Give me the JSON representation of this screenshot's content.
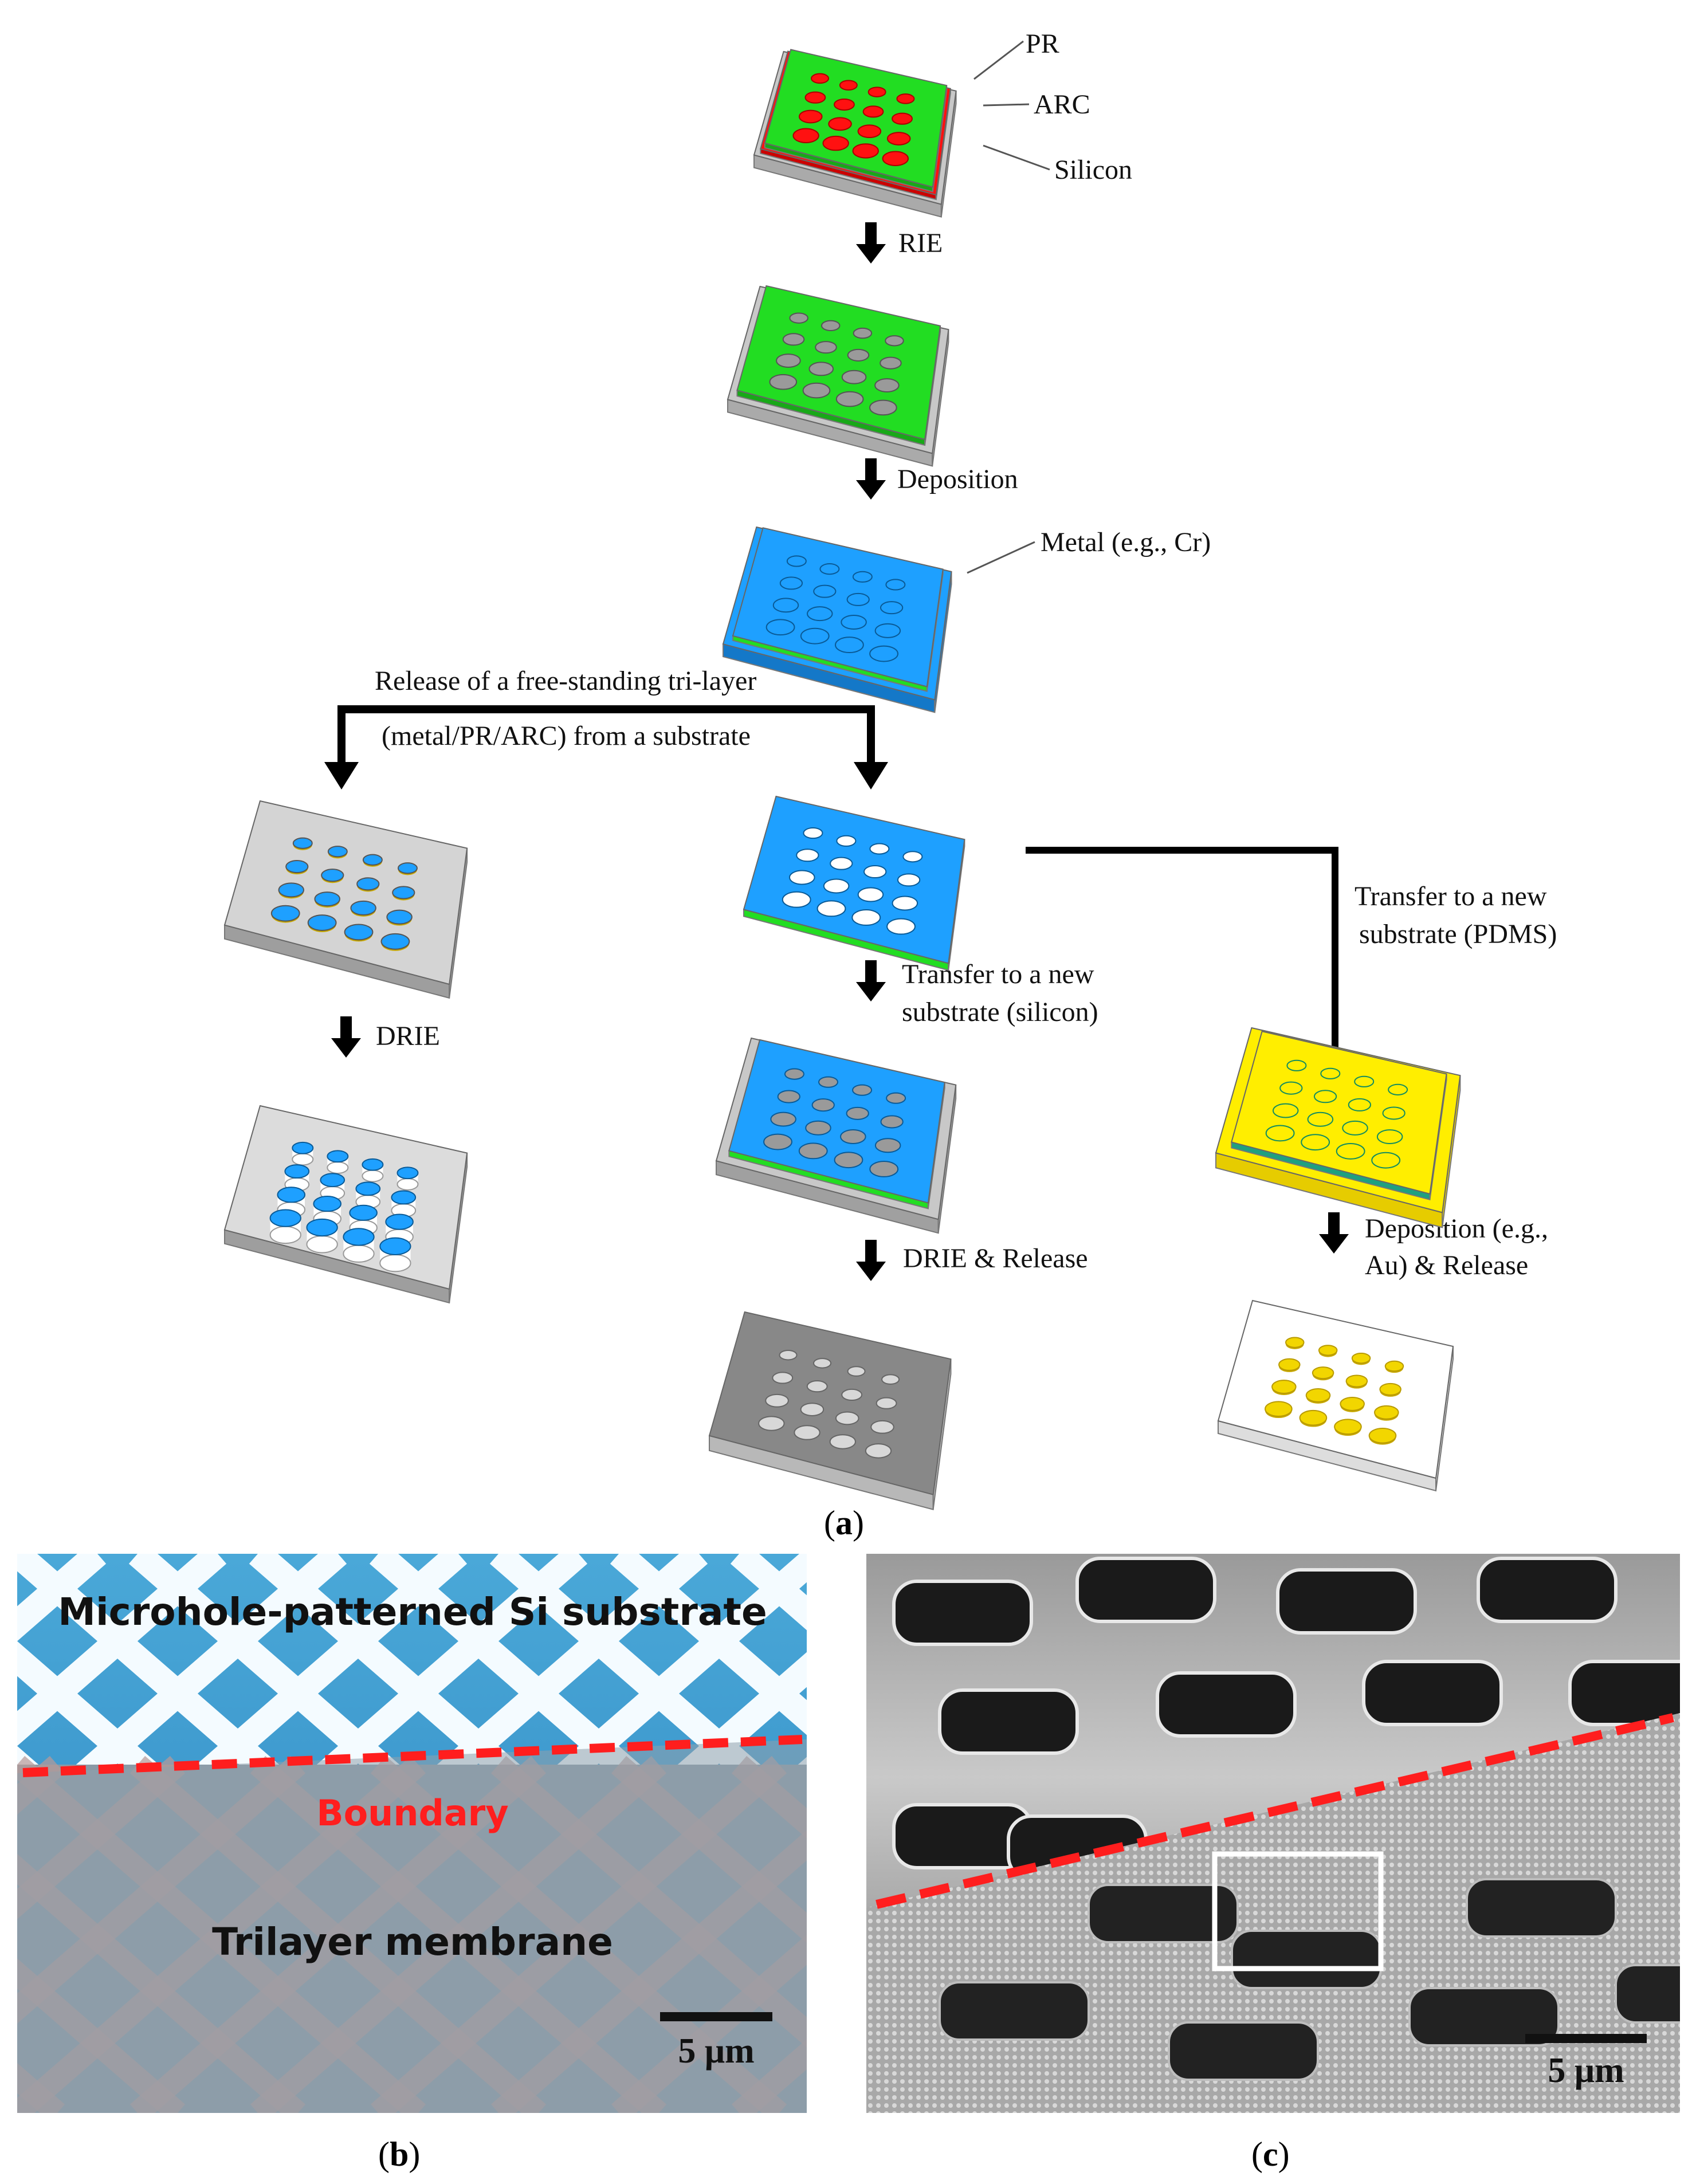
{
  "colors": {
    "pr": "#22dd22",
    "arc": "#ff1111",
    "silicon": "#c8c8c8",
    "metal": "#1ea0ff",
    "pdms": "#ffee00",
    "au": "#f2d600",
    "dark_silicon": "#888888",
    "boundary": "#ff1e1e"
  },
  "icons": {
    "process_arrow": "down-arrow-icon",
    "substrate": "wafer-stack-icon"
  },
  "panel_a": {
    "layer_labels": {
      "pr": "PR",
      "arc": "ARC",
      "silicon": "Silicon",
      "metal": "Metal (e.g., Cr)"
    },
    "steps": {
      "rie": "RIE",
      "deposition": "Deposition",
      "release_line1": "Release of a free-standing tri-layer",
      "release_line2": "(metal/PR/ARC) from a substrate",
      "drie": "DRIE",
      "transfer_si_line1": "Transfer to a new",
      "transfer_si_line2": "substrate (silicon)",
      "transfer_pdms_line1": "Transfer to a new",
      "transfer_pdms_line2": "substrate (PDMS)",
      "drie_release": "DRIE & Release",
      "dep_au_line1": "Deposition (e.g.,",
      "dep_au_line2": "Au) & Release"
    },
    "caption_letter": "a"
  },
  "panel_b": {
    "top_label": "Microhole-patterned Si substrate",
    "boundary_label": "Boundary",
    "bottom_label": "Trilayer membrane",
    "scale_bar": "5 μm",
    "caption_letter": "b"
  },
  "panel_c": {
    "scale_bar": "5 μm",
    "caption_letter": "c"
  }
}
